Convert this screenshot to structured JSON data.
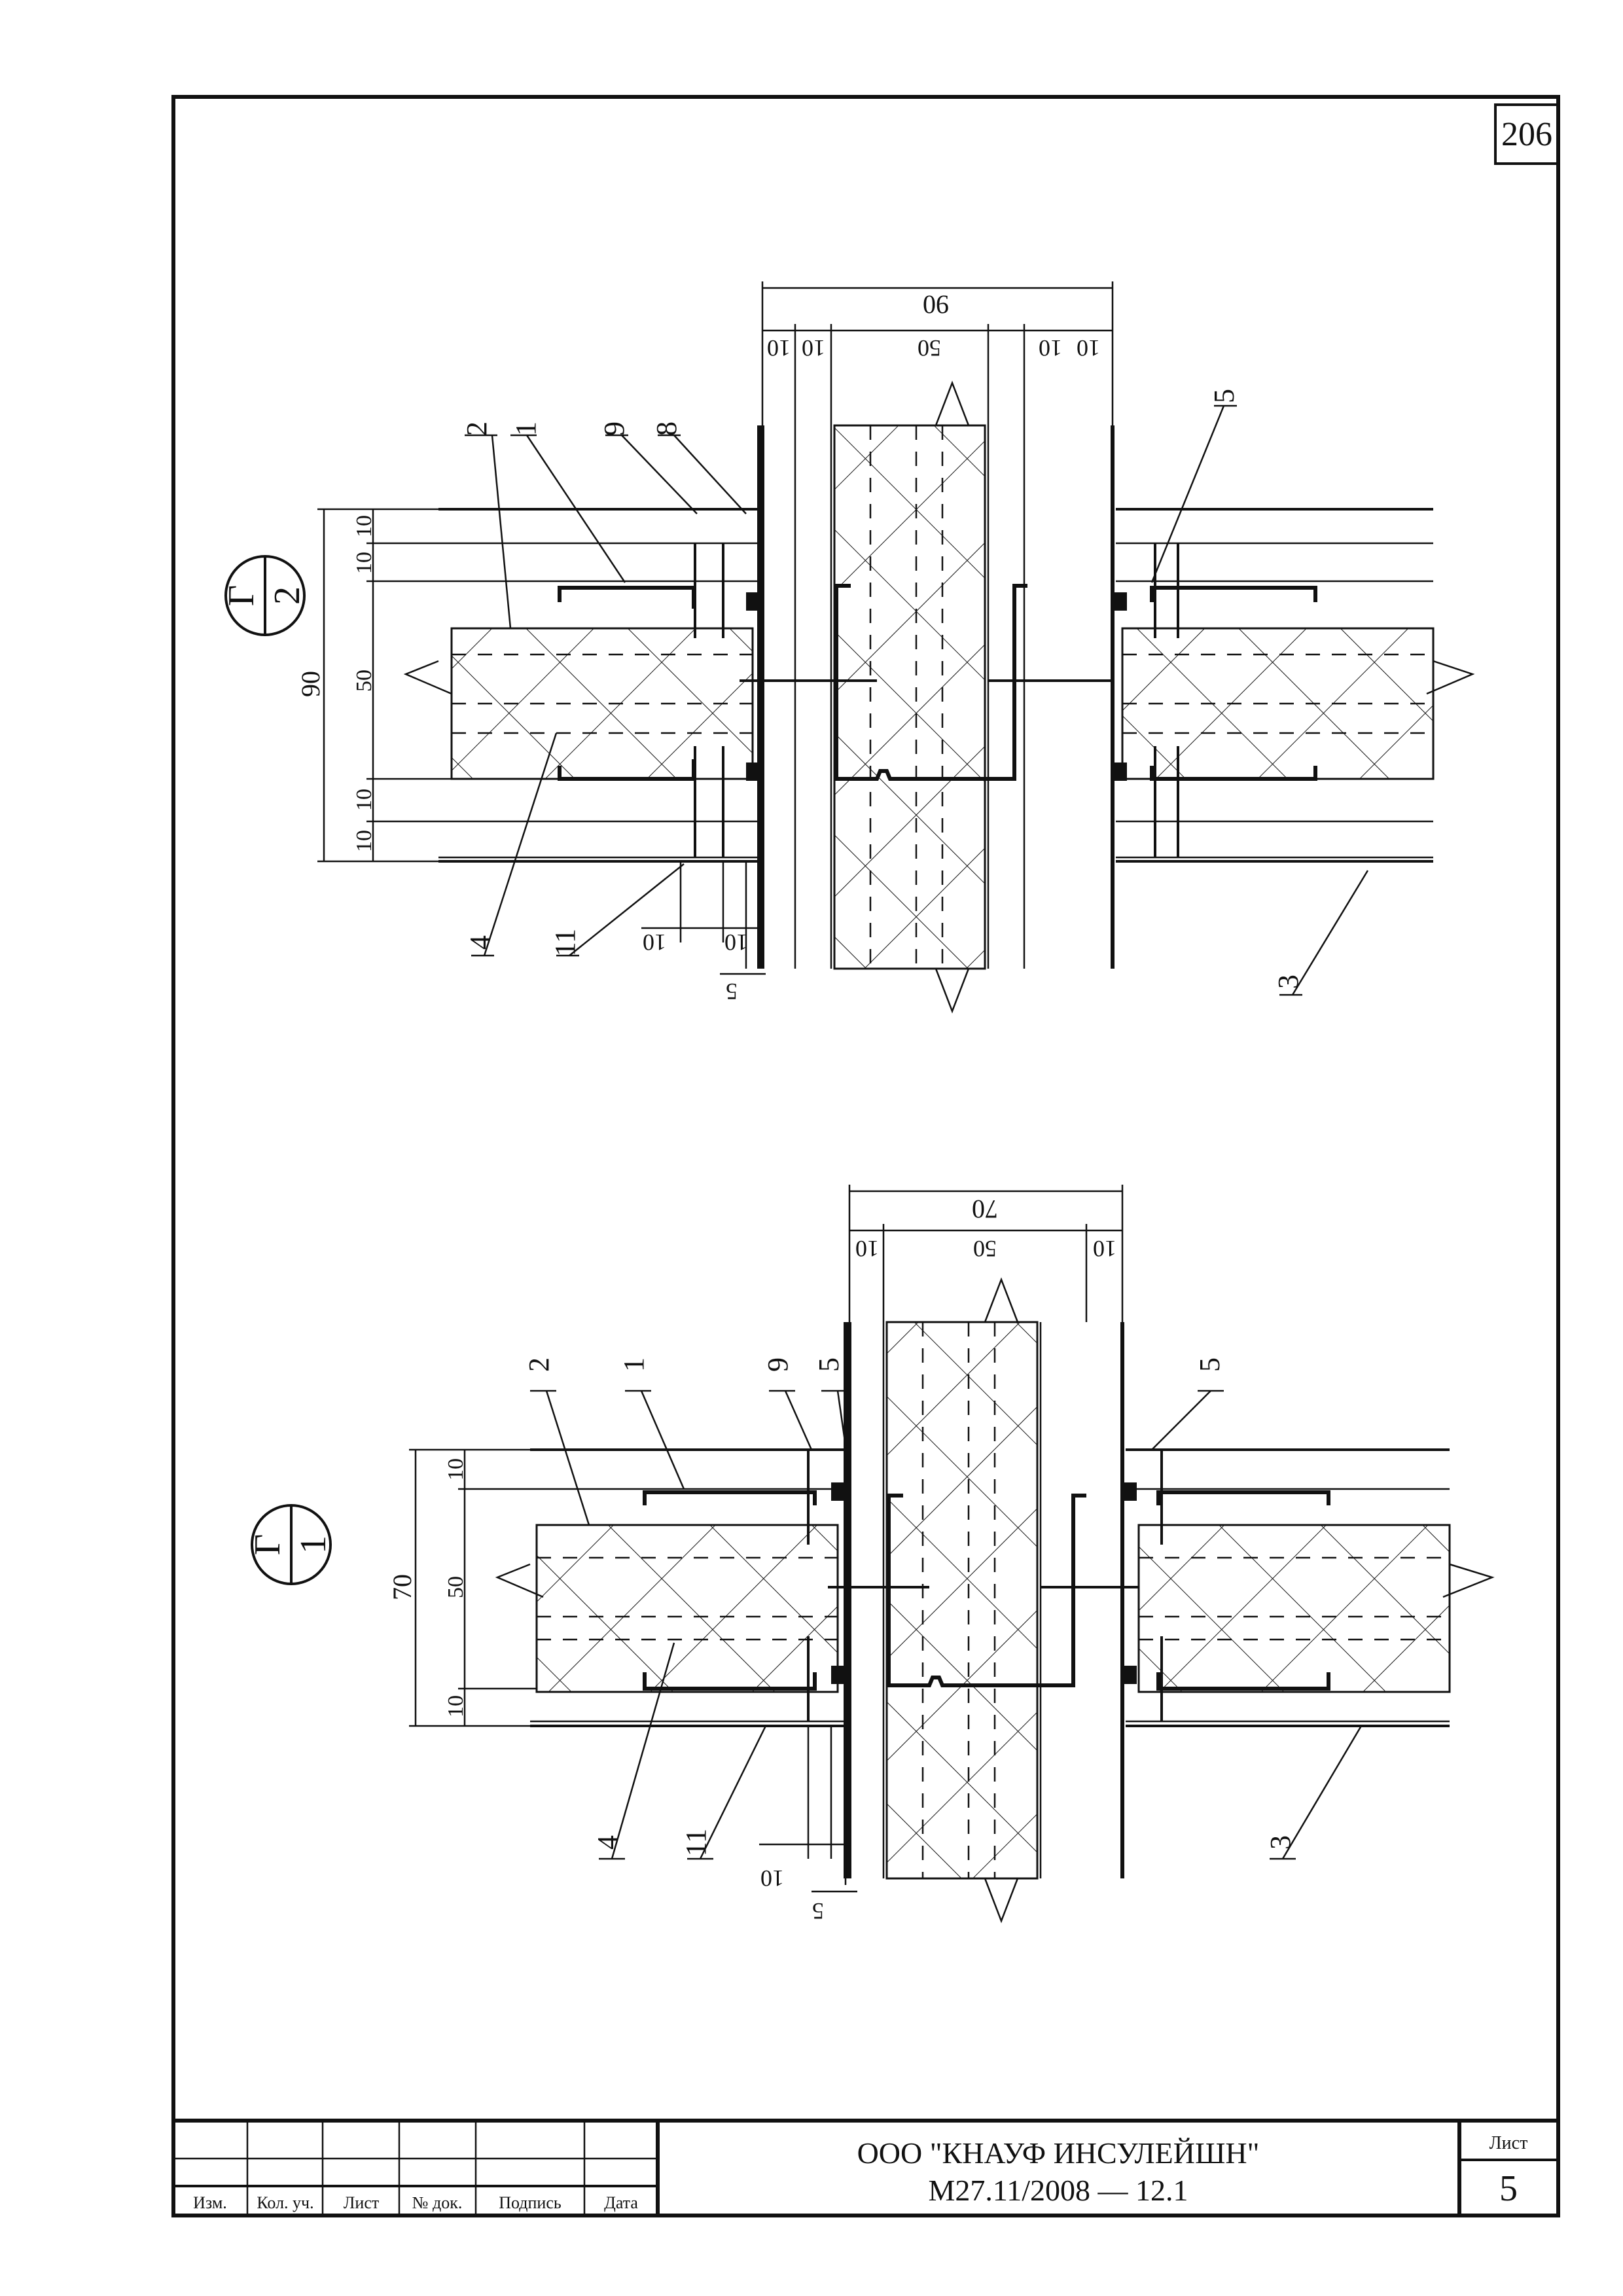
{
  "sheet_number_top": "206",
  "details": [
    {
      "marker_letter": "Г",
      "marker_number": "2",
      "top_dims": {
        "total": "90",
        "parts": [
          "10",
          "10",
          "50",
          "10",
          "10"
        ]
      },
      "left_dims": {
        "total": "90",
        "parts": [
          "10",
          "10",
          "50",
          "10",
          "10"
        ]
      },
      "bottom_dims": [
        "10",
        "10",
        "5"
      ],
      "callouts": [
        "2",
        "1",
        "9",
        "8",
        "5",
        "4",
        "11",
        "3"
      ]
    },
    {
      "marker_letter": "Г",
      "marker_number": "1",
      "top_dims": {
        "total": "70",
        "parts": [
          "10",
          "50",
          "10"
        ]
      },
      "left_dims": {
        "total": "70",
        "parts": [
          "10",
          "50",
          "10"
        ]
      },
      "bottom_dims": [
        "10",
        "5"
      ],
      "callouts": [
        "2",
        "1",
        "9",
        "5",
        "5",
        "4",
        "11",
        "3"
      ]
    }
  ],
  "title_block": {
    "headers": [
      "Изм.",
      "Кол. уч.",
      "Лист",
      "№ док.",
      "Подпись",
      "Дата"
    ],
    "company": "ООО \"КНАУФ ИНСУЛЕЙШН\"",
    "doc_code": "М27.11/2008 — 12.1",
    "sheet_label": "Лист",
    "sheet_value": "5"
  }
}
